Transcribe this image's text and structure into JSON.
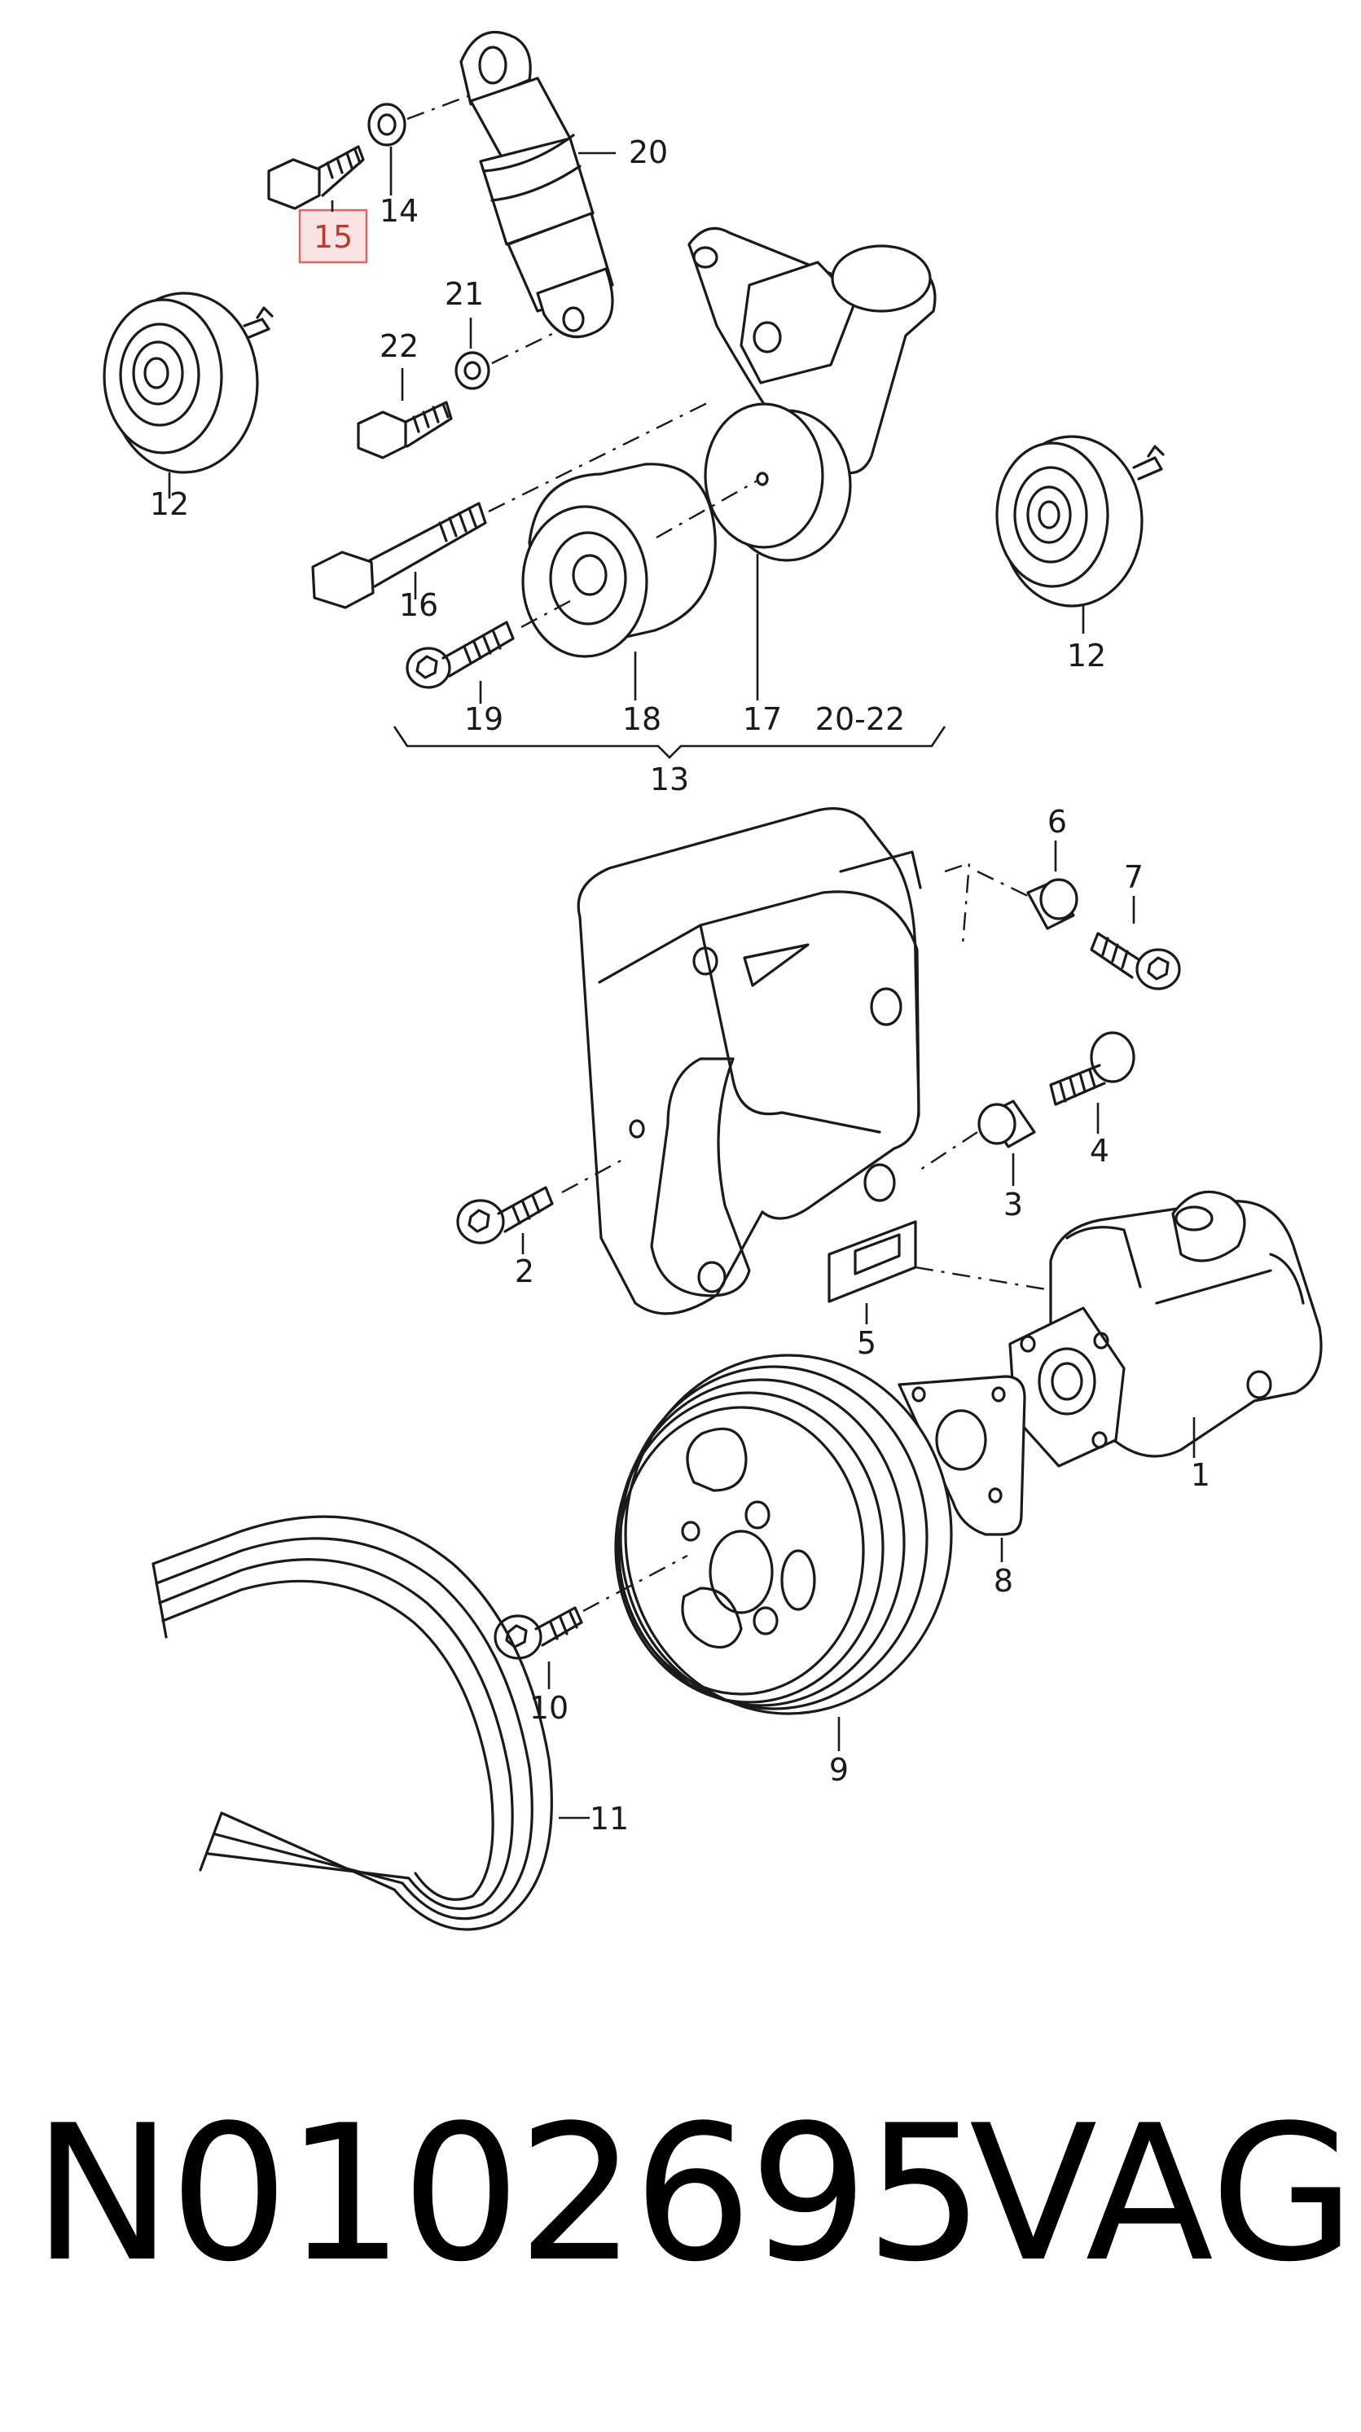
{
  "callouts": {
    "c1": "1",
    "c2": "2",
    "c3": "3",
    "c4": "4",
    "c5": "5",
    "c6": "6",
    "c7": "7",
    "c8": "8",
    "c9": "9",
    "c10": "10",
    "c11": "11",
    "c12a": "12",
    "c12b": "12",
    "c13": "13",
    "c14": "14",
    "c15": "15",
    "c16": "16",
    "c17": "17",
    "c18": "18",
    "c19": "19",
    "c20": "20",
    "c20_22": "20-22",
    "c21": "21",
    "c22": "22"
  },
  "highlighted_callout": "15",
  "highlight_color": "#e06666",
  "footer": {
    "part_number": "N0102695",
    "brand": "VAG"
  }
}
